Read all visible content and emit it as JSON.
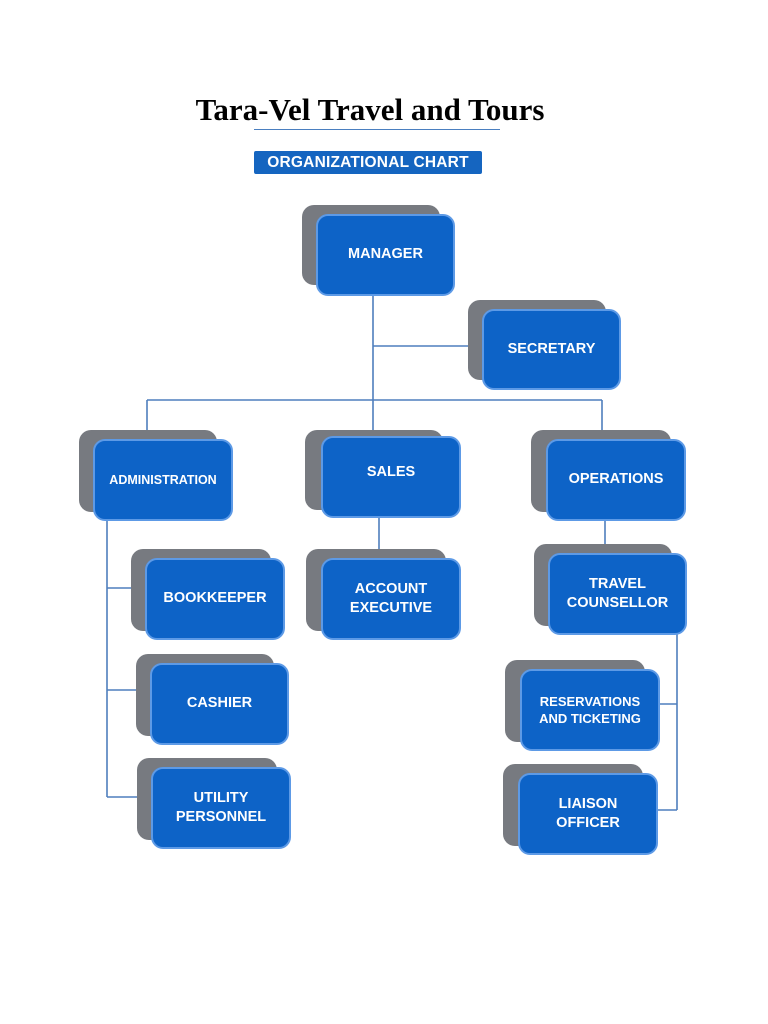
{
  "header": {
    "title": "Tara-Vel Travel and Tours",
    "subtitle": "ORGANIZATIONAL CHART"
  },
  "nodes": {
    "manager": "MANAGER",
    "secretary": "SECRETARY",
    "administration": "ADMINISTRATION",
    "sales": "SALES",
    "operations": "OPERATIONS",
    "bookkeeper": "BOOKKEEPER",
    "cashier": "CASHIER",
    "utility_personnel": "UTILITY\nPERSONNEL",
    "account_executive": "ACCOUNT\nEXECUTIVE",
    "travel_counsellor": "TRAVEL\nCOUNSELLOR",
    "reservations_ticketing": "RESERVATIONS\nAND TICKETING",
    "liaison_officer": "LIAISON\nOFFICER"
  },
  "colors": {
    "box_fill": "#0d63c7",
    "box_border": "#5d9ae6",
    "shadow": "#777a80",
    "connector": "#4f7fbd",
    "subtitle_bg": "#1565c0"
  }
}
